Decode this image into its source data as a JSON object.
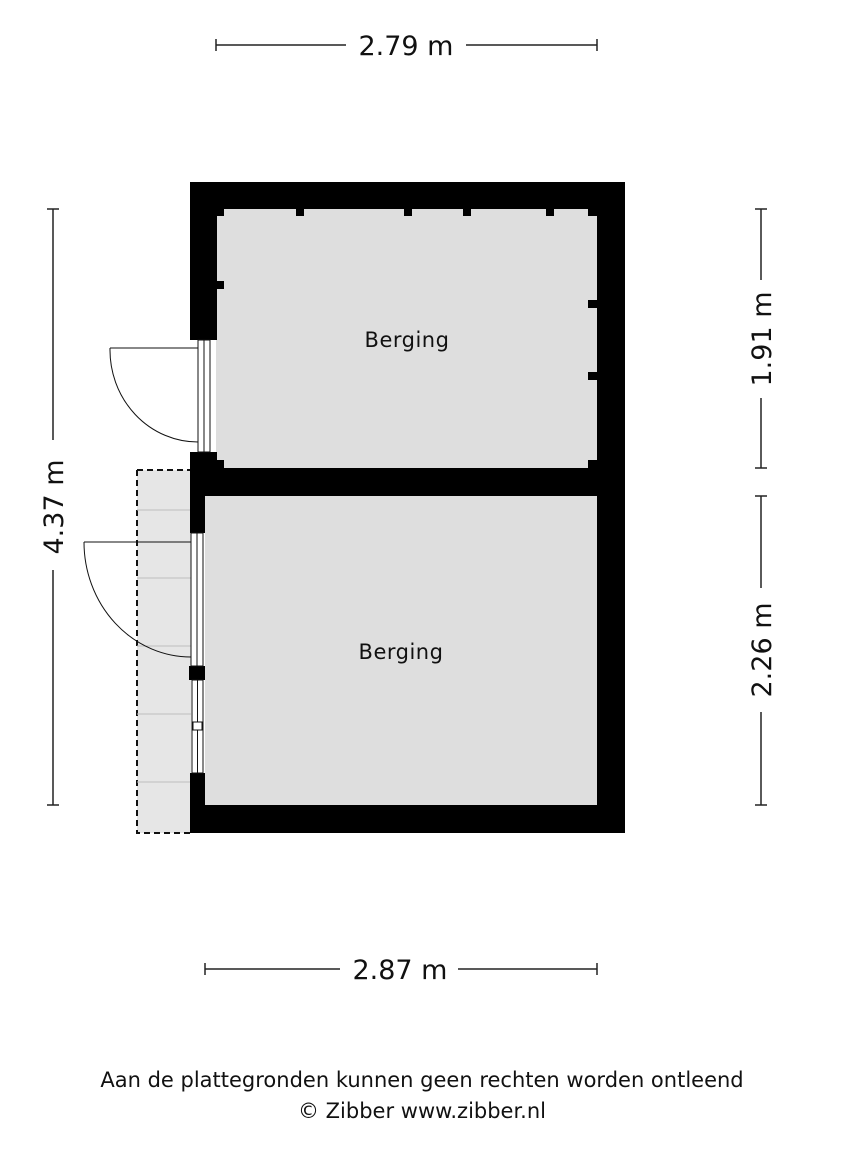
{
  "colors": {
    "wall": "#000000",
    "floor": "#dedede",
    "line": "#222222",
    "background": "#ffffff"
  },
  "dimensions": {
    "top_width": "2.79 m",
    "bottom_width": "2.87 m",
    "total_height": "4.37 m",
    "upper_room_height": "1.91 m",
    "lower_room_height": "2.26 m"
  },
  "rooms": [
    {
      "label": "Berging"
    },
    {
      "label": "Berging"
    }
  ],
  "footer": {
    "disclaimer": "Aan de plattegronden kunnen geen rechten worden ontleend",
    "copyright": "© Zibber www.zibber.nl"
  }
}
